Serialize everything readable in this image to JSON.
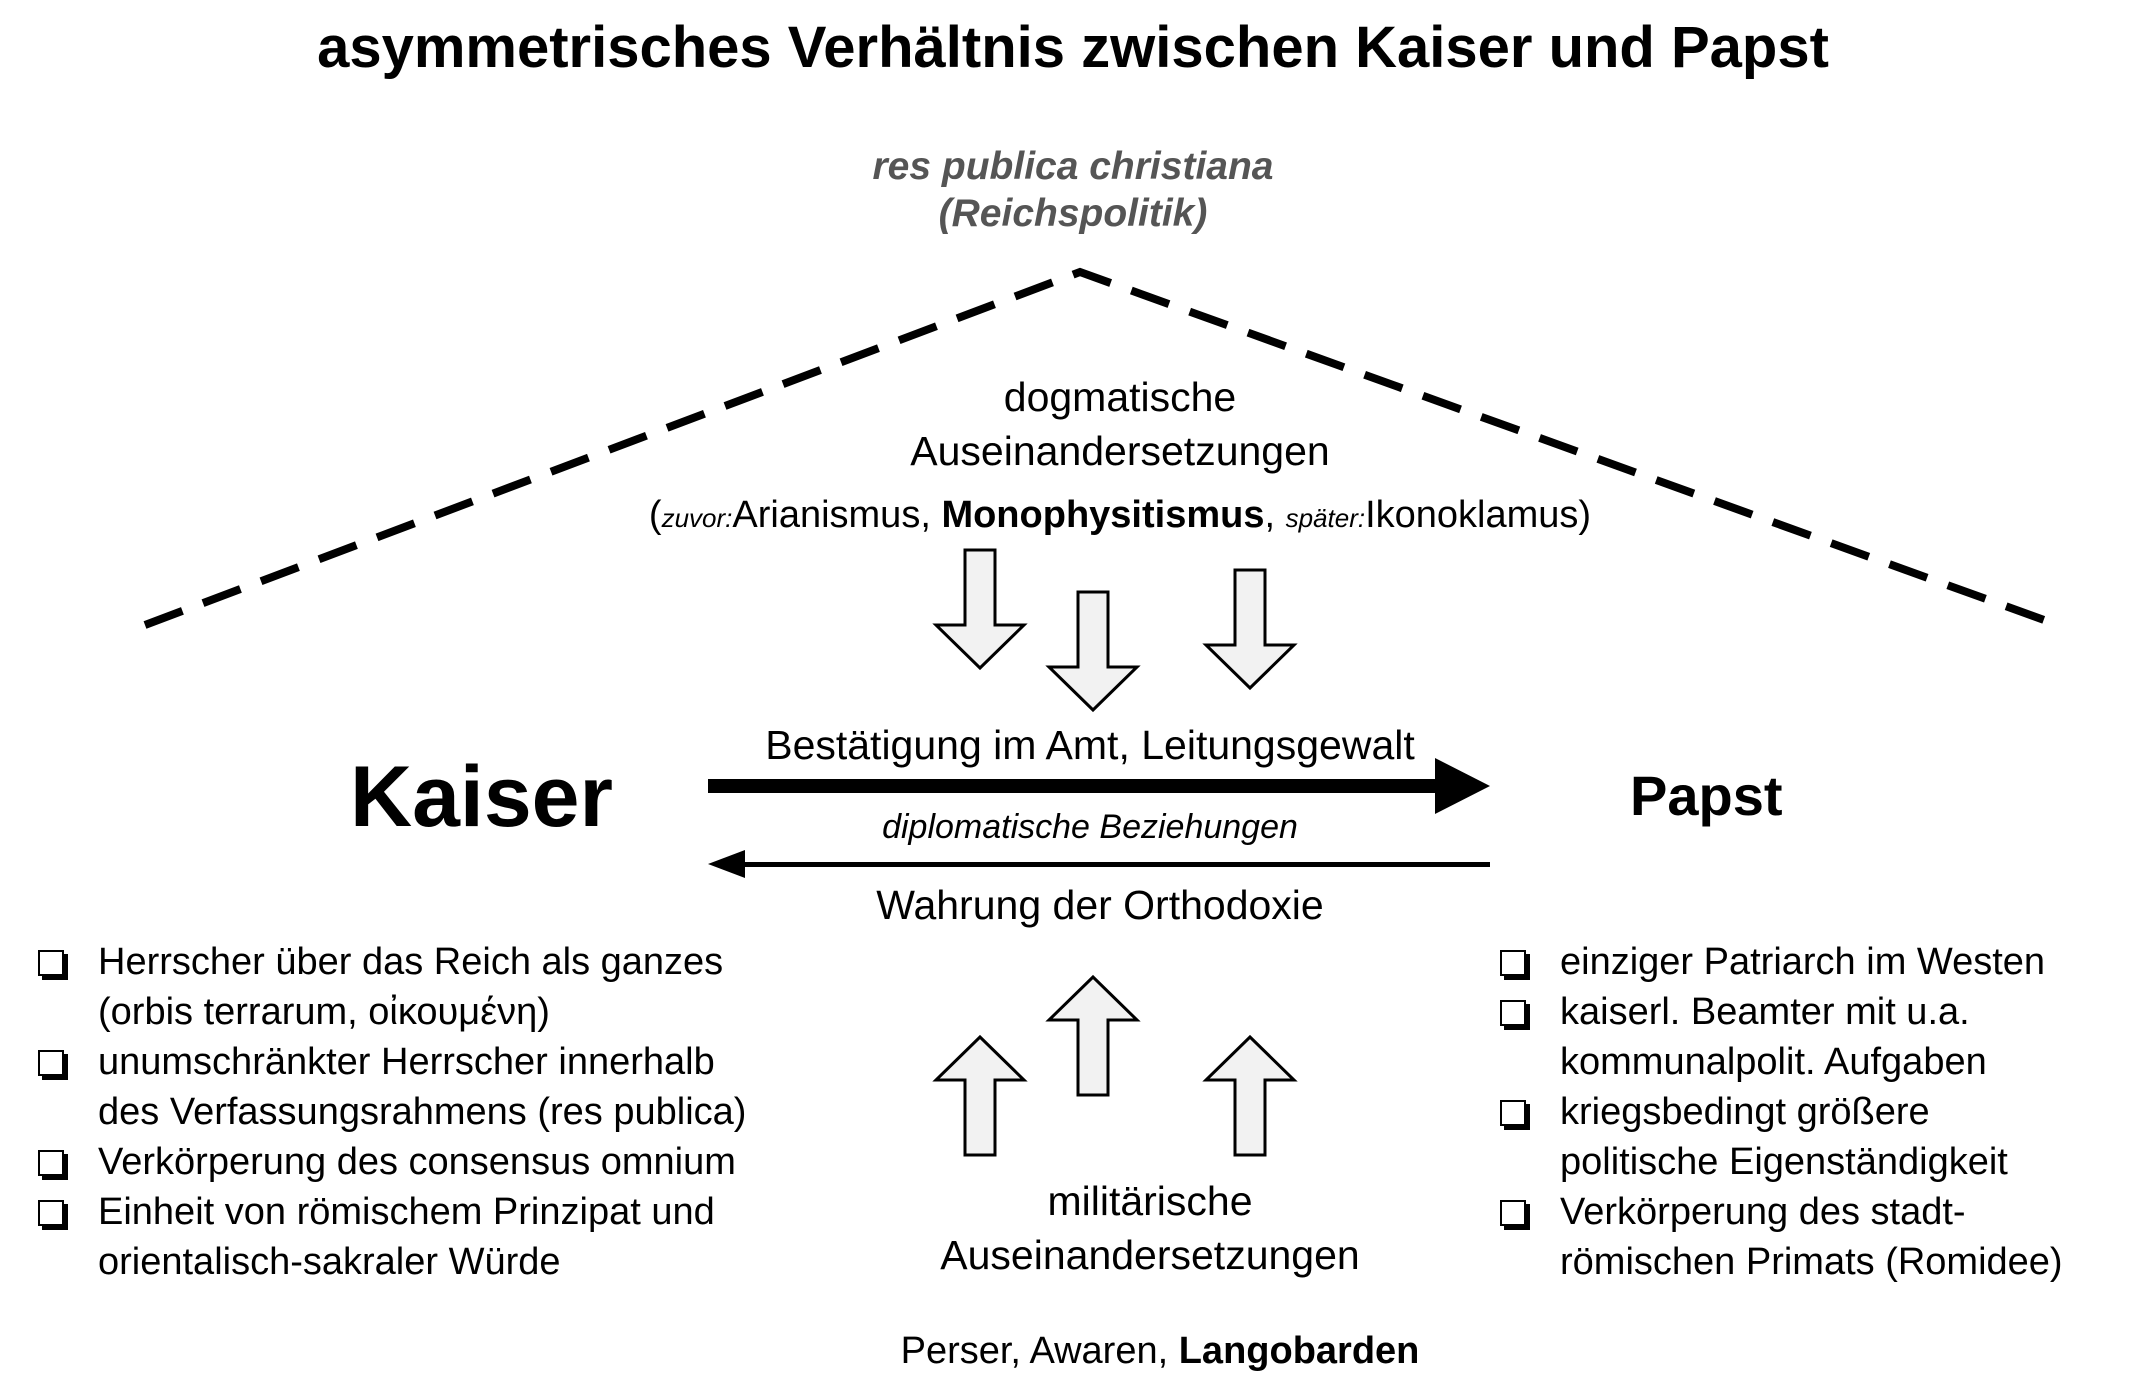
{
  "title": "asymmetrisches Verhältnis zwischen Kaiser und Papst",
  "roof": {
    "line1": "res publica christiana",
    "line2": "(Reichspolitik)"
  },
  "dogma": {
    "line1": "dogmatische",
    "line2": "Auseinandersetzungen",
    "open_paren": "(",
    "zuvor_label": "zuvor:",
    "arianismus": "Arianismus, ",
    "monophysitismus": "Monophysitismus",
    "comma": ", ",
    "spaeter_label": "später:",
    "ikonoklamus": "Ikonoklamus)"
  },
  "kaiser_label": "Kaiser",
  "papst_label": "Papst",
  "arrows": {
    "top_label": "Bestätigung im Amt, Leitungsgewalt",
    "middle_label": "diplomatische Beziehungen",
    "bottom_label": "Wahrung der Orthodoxie"
  },
  "military": {
    "line1": "militärische",
    "line2": "Auseinandersetzungen",
    "enemies_plain": "Perser, Awaren, ",
    "enemies_bold": "Langobarden"
  },
  "kaiser_items": [
    {
      "line1": "Herrscher über das Reich als ganzes",
      "line2": "(orbis terrarum, οἰκουμένη)"
    },
    {
      "line1": "unumschränkter Herrscher innerhalb",
      "line2": "des Verfassungsrahmens (res publica)"
    },
    {
      "line1": "Verkörperung des consensus omnium",
      "line2": ""
    },
    {
      "line1": "Einheit von römischem Prinzipat und",
      "line2": "orientalisch-sakraler Würde"
    }
  ],
  "papst_items": [
    {
      "line1": "einziger Patriarch im Westen",
      "line2": ""
    },
    {
      "line1": "kaiserl. Beamter mit u.a.",
      "line2": "kommunalpolit. Aufgaben"
    },
    {
      "line1": "kriegsbedingt größere",
      "line2": "politische Eigenständigkeit"
    },
    {
      "line1": "Verkörperung des stadt-",
      "line2": "römischen Primats (Romidee)"
    }
  ]
}
